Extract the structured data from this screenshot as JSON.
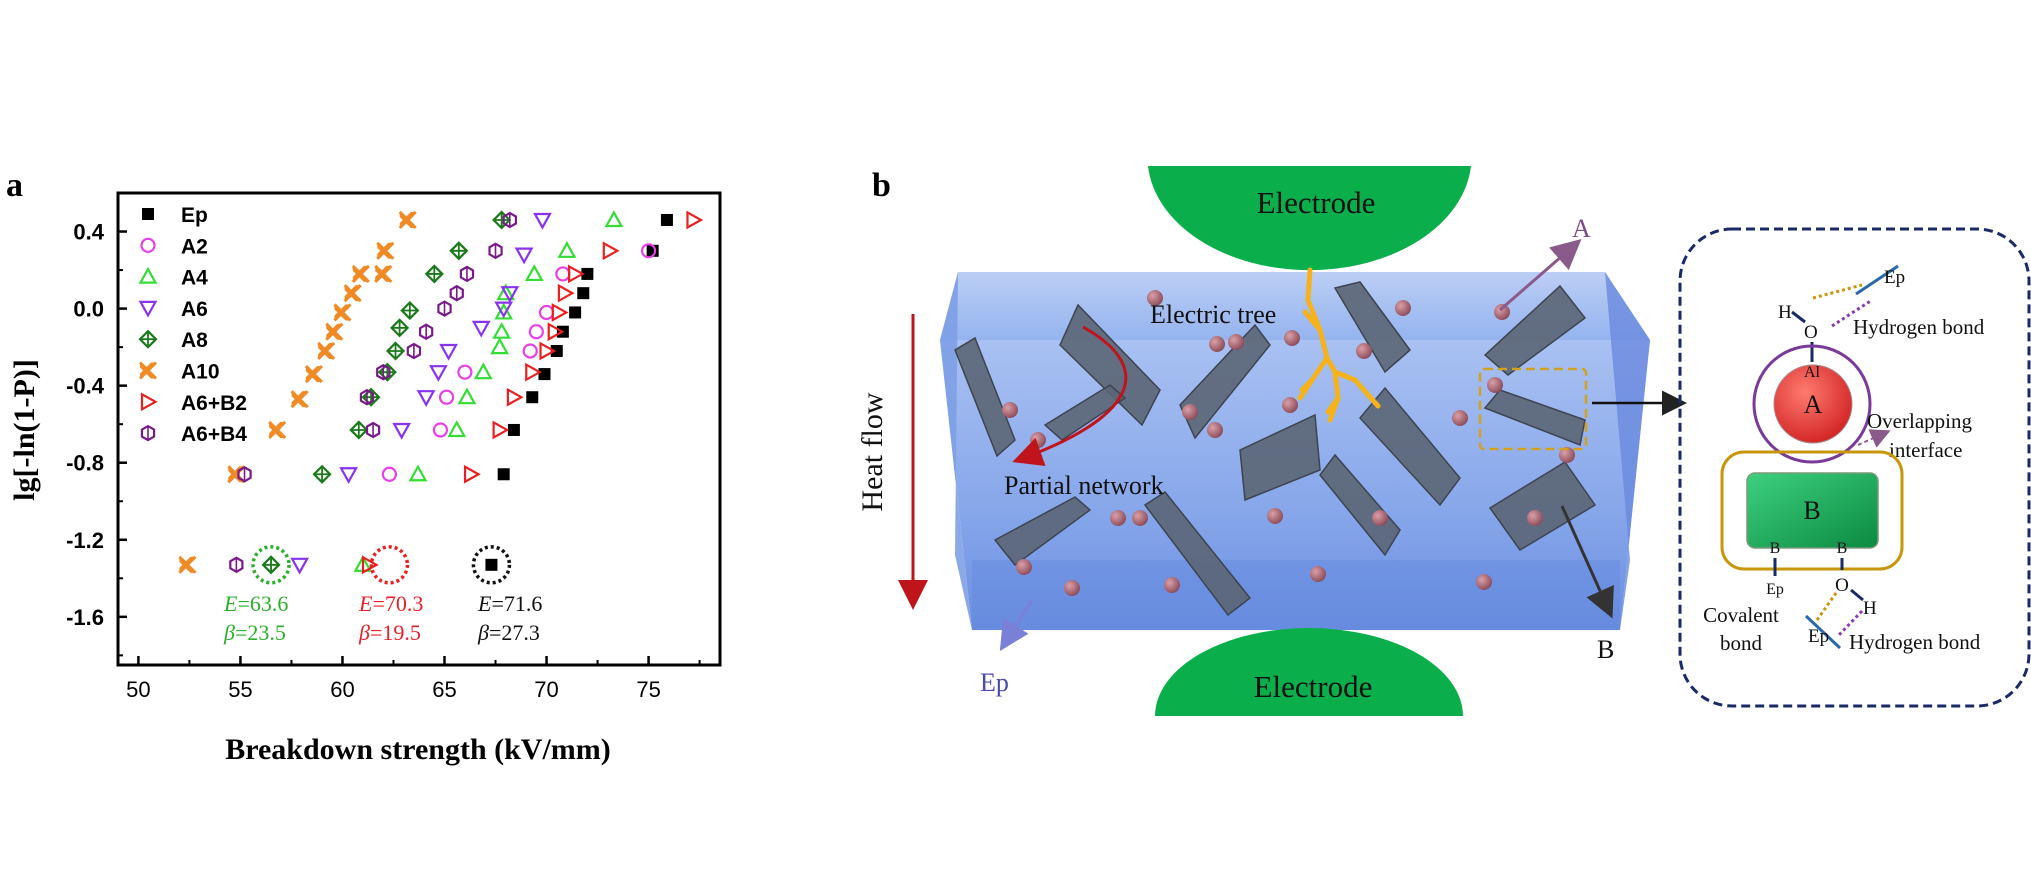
{
  "panel_a": {
    "label": "a",
    "fit_annotations": [
      {
        "e_prefix": "E",
        "e_value": "=63.6",
        "b_prefix": "β",
        "b_value": "=23.5",
        "color": "#2bb02b"
      },
      {
        "e_prefix": "E",
        "e_value": "=70.3",
        "b_prefix": "β",
        "b_value": "=19.5",
        "color": "#e8202a"
      },
      {
        "e_prefix": "E",
        "e_value": "=71.6",
        "b_prefix": "β",
        "b_value": "=27.3",
        "color": "#111111"
      }
    ]
  },
  "chart_data": {
    "type": "scatter",
    "xlabel": "Breakdown strength (kV/mm)",
    "ylabel": "lg[-ln(1-P)]",
    "xlim": [
      49,
      78.5
    ],
    "ylim": [
      -1.85,
      0.6
    ],
    "xticks": [
      50,
      55,
      60,
      65,
      70,
      75
    ],
    "yticks": [
      0.4,
      0.0,
      -0.4,
      -0.8,
      -1.2,
      -1.6
    ],
    "ytick_labels": [
      "0.4",
      "0.0",
      "-0.4",
      "-0.8",
      "-1.2",
      "-1.6"
    ],
    "legend_position": "top-left",
    "series": [
      {
        "name": "Ep",
        "marker": "square",
        "color": "#000000",
        "x": [
          67.9,
          68.4,
          69.3,
          69.9,
          70.5,
          70.8,
          71.4,
          71.8,
          72.0,
          75.2,
          75.9
        ],
        "y": [
          -0.86,
          -0.63,
          -0.46,
          -0.34,
          -0.22,
          -0.12,
          -0.02,
          0.08,
          0.18,
          0.3,
          0.46
        ]
      },
      {
        "name": "A2",
        "marker": "circle",
        "color": "#e640e6",
        "x": [
          62.3,
          64.8,
          65.1,
          66.0,
          69.2,
          69.5,
          70.0,
          70.8,
          75.0
        ],
        "y": [
          -0.86,
          -0.63,
          -0.46,
          -0.33,
          -0.22,
          -0.12,
          -0.02,
          0.18,
          0.3
        ]
      },
      {
        "name": "A4",
        "marker": "triangle-up",
        "color": "#33dd33",
        "x": [
          63.7,
          65.6,
          66.1,
          66.9,
          67.7,
          67.8,
          67.9,
          68.0,
          69.4,
          71.0,
          73.3
        ],
        "y": [
          -0.86,
          -0.63,
          -0.46,
          -0.33,
          -0.2,
          -0.12,
          -0.02,
          0.08,
          0.18,
          0.3,
          0.46
        ]
      },
      {
        "name": "A6",
        "marker": "triangle-down",
        "color": "#8833ee",
        "x": [
          60.3,
          62.9,
          64.1,
          64.7,
          65.2,
          66.8,
          67.9,
          68.2,
          68.9,
          69.8
        ],
        "y": [
          -0.86,
          -0.63,
          -0.46,
          -0.33,
          -0.22,
          -0.1,
          0.0,
          0.08,
          0.28,
          0.46
        ]
      },
      {
        "name": "A8",
        "marker": "diamond-plus",
        "color": "#1a7a1a",
        "x": [
          59.0,
          60.8,
          61.4,
          62.2,
          62.6,
          62.8,
          63.3,
          64.5,
          65.7,
          67.8
        ],
        "y": [
          -0.86,
          -0.63,
          -0.46,
          -0.33,
          -0.22,
          -0.1,
          -0.01,
          0.18,
          0.3,
          0.46
        ]
      },
      {
        "name": "A10",
        "marker": "x-bowtie",
        "color": "#f08a24",
        "x": [
          54.8,
          56.8,
          57.9,
          58.6,
          59.2,
          59.6,
          60.0,
          60.5,
          60.9,
          62.0,
          62.1,
          63.2
        ],
        "y": [
          -0.86,
          -0.63,
          -0.47,
          -0.34,
          -0.22,
          -0.12,
          -0.02,
          0.08,
          0.18,
          0.18,
          0.3,
          0.46
        ]
      },
      {
        "name": "A6+B2",
        "marker": "triangle-right",
        "color": "#e82020",
        "x": [
          66.3,
          67.7,
          68.4,
          69.3,
          70.0,
          70.4,
          70.6,
          70.9,
          71.4,
          73.1,
          77.2
        ],
        "y": [
          -0.86,
          -0.63,
          -0.46,
          -0.33,
          -0.22,
          -0.12,
          -0.02,
          0.08,
          0.18,
          0.3,
          0.46
        ]
      },
      {
        "name": "A6+B4",
        "marker": "hexagon",
        "color": "#7a1a8a",
        "x": [
          55.2,
          61.5,
          61.2,
          62.0,
          63.5,
          64.1,
          65.0,
          65.6,
          66.1,
          67.5,
          68.2
        ],
        "y": [
          -0.86,
          -0.63,
          -0.46,
          -0.33,
          -0.22,
          -0.12,
          0.0,
          0.08,
          0.18,
          0.3,
          0.46
        ]
      }
    ],
    "fit_markers": [
      {
        "x": 52.4,
        "y": -1.33,
        "marker": "x-bowtie",
        "color": "#f08a24",
        "circled": false
      },
      {
        "x": 54.8,
        "y": -1.33,
        "marker": "hexagon",
        "color": "#7a1a8a",
        "circled": false
      },
      {
        "x": 56.5,
        "y": -1.33,
        "marker": "diamond-plus",
        "color": "#1a7a1a",
        "circled": true,
        "circle_color": "#2bb02b"
      },
      {
        "x": 57.9,
        "y": -1.33,
        "marker": "triangle-down",
        "color": "#8833ee",
        "circled": false
      },
      {
        "x": 61.0,
        "y": -1.33,
        "marker": "triangle-up",
        "color": "#33dd33",
        "circled": false
      },
      {
        "x": 61.3,
        "y": -1.33,
        "marker": "triangle-right",
        "color": "#e82020",
        "circled": false
      },
      {
        "x": 62.3,
        "y": -1.33,
        "marker": "none",
        "color": "#e82020",
        "circled": true,
        "circle_color": "#e82020"
      },
      {
        "x": 67.3,
        "y": -1.33,
        "marker": "square",
        "color": "#000000",
        "circled": true,
        "circle_color": "#111111"
      }
    ]
  },
  "panel_b": {
    "label": "b",
    "electrode_top": "Electrode",
    "electrode_bottom": "Electrode",
    "heat_flow": "Heat flow",
    "electric_tree": "Electric tree",
    "partial_network": "Partial network",
    "label_a": "A",
    "label_b": "B",
    "label_ep": "Ep",
    "inset": {
      "ep_top": "Ep",
      "h_top": "H",
      "o_top": "O",
      "hydrogen_bond_top": "Hydrogen bond",
      "al": "Al",
      "a": "A",
      "overlapping": "Overlapping",
      "interface": "interface",
      "b": "B",
      "b_left": "B",
      "b_right": "B",
      "ep_left": "Ep",
      "o_bottom": "O",
      "h_bottom": "H",
      "ep_bottom": "Ep",
      "covalent": "Covalent",
      "bond": "bond",
      "hydrogen_bond_bottom": "Hydrogen bond"
    }
  },
  "colors": {
    "electrode": "#0aaf4c",
    "matrix": "#7ba0e8",
    "flake": "#5d6878",
    "particle": "#b0707c",
    "tree": "#f5b21a",
    "heat_arrow": "#c0141c",
    "inset_border": "#1a2a66",
    "ring_a": "#7a3a9a",
    "ring_b": "#c8960a",
    "sphere_a": "#e84040",
    "block_b": "#18b050"
  }
}
